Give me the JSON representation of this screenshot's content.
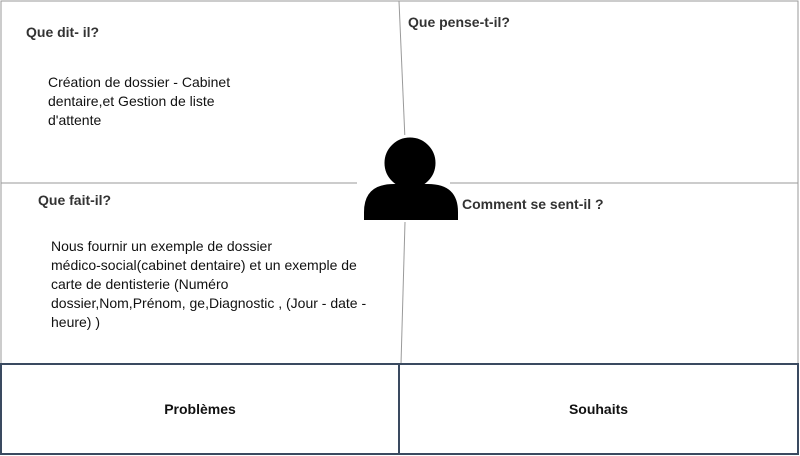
{
  "quadrants": {
    "says": {
      "title": "Que dit- il?",
      "text_lines": [
        "Création de dossier - Cabinet",
        "dentaire,et Gestion de liste",
        "d'attente"
      ]
    },
    "thinks": {
      "title": "Que pense-t-il?"
    },
    "does": {
      "title": "Que fait-il?",
      "text_lines": [
        "Nous fournir un exemple de dossier",
        "médico-social(cabinet dentaire) et un exemple de",
        "carte de dentisterie (Numéro",
        "dossier,Nom,Prénom, ge,Diagnostic , (Jour - date -",
        "heure) )"
      ]
    },
    "feels": {
      "title": "Comment se sent-il ?"
    }
  },
  "bottom": {
    "pains": "Problèmes",
    "gains": "Souhaits"
  },
  "colors": {
    "grid_line": "#9a9a9a",
    "bottom_border": "#3a4a60",
    "person_icon": "#000000",
    "title_text": "#333333"
  },
  "icons": {
    "center": "person-icon"
  }
}
